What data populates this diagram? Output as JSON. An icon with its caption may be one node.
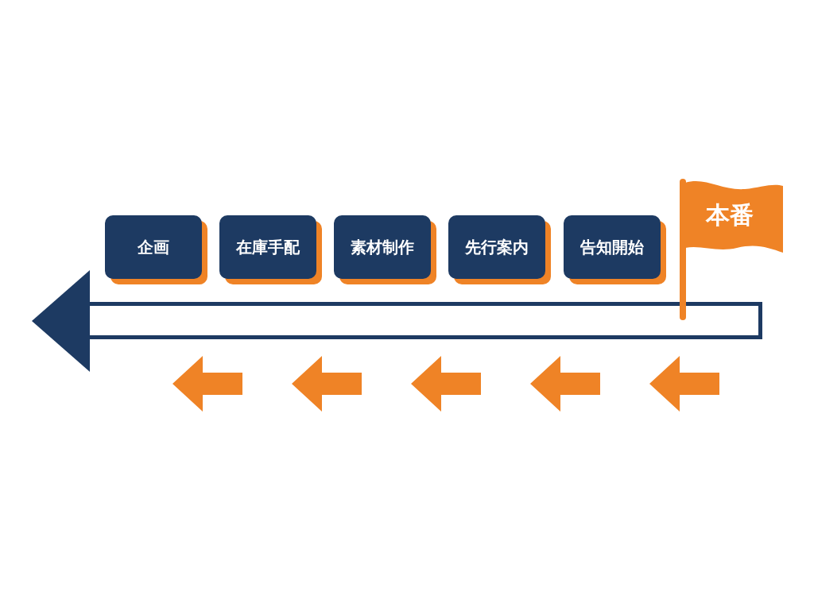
{
  "diagram": {
    "nodes": [
      {
        "text": [
          "企画"
        ]
      },
      {
        "text": [
          "在庫手配"
        ]
      },
      {
        "text": [
          "素材制作"
        ]
      },
      {
        "text": [
          "先行案内"
        ]
      },
      {
        "text": [
          "告知開始"
        ]
      },
      {
        "text": [
          "本番"
        ]
      }
    ]
  }
}
